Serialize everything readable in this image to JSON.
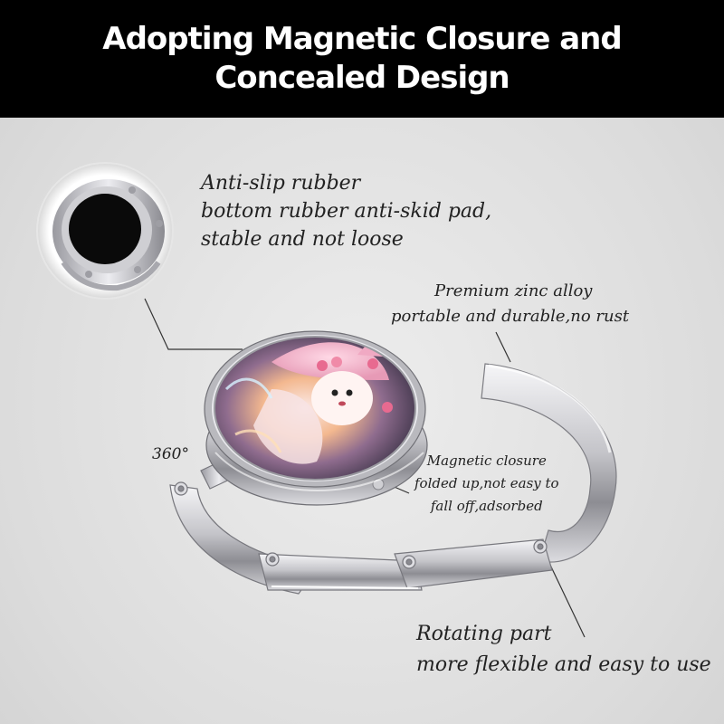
{
  "banner": {
    "line1": "Adopting Magnetic Closure and",
    "line2": "Concealed Design"
  },
  "callouts": {
    "rubber": [
      "Anti-slip rubber",
      "bottom rubber anti-skid pad,",
      "stable and not loose"
    ],
    "zinc": [
      "Premium zinc alloy",
      "portable and durable,no rust"
    ],
    "rotation": "360°",
    "magnetic": [
      "Magnetic closure",
      "folded up,not easy to",
      "fall off,adsorbed"
    ],
    "rotating": [
      "Rotating part",
      "more flexible and easy to use"
    ]
  },
  "colors": {
    "banner_bg": "#000000",
    "banner_text": "#ffffff",
    "background": "#e2e2e2",
    "metal": "#c8c8cc",
    "label_text": "#222222"
  }
}
